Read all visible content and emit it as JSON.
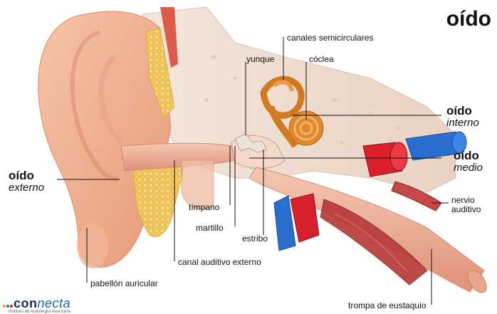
{
  "title": "oído",
  "zones": {
    "interno": {
      "bold": "oído",
      "italic": "interno"
    },
    "medio": {
      "bold": "oído",
      "italic": "medio"
    },
    "externo": {
      "bold": "oído",
      "italic": "externo"
    }
  },
  "labels": {
    "canales": "canales semicirculares",
    "yunque": "yunque",
    "coclea": "cóclea",
    "nervio_line1": "nervio",
    "nervio_line2": "auditivo",
    "timpano": "tímpano",
    "martillo": "martillo",
    "estribo": "estribo",
    "canal": "canal auditivo externo",
    "pabellon": "pabellón auricular",
    "trompa": "trompa de eustaquio"
  },
  "brand": {
    "name_bold": "con",
    "name_italic": "necta",
    "subtitle": "Instituto de Audiología Avanzada"
  },
  "colors": {
    "skin": "#f2b08f",
    "bone": "#f1e0d3",
    "cochlea": "#e08a2c",
    "artery": "#d9202c",
    "vein": "#2a6fd0",
    "muscle": "#b83a3a"
  }
}
